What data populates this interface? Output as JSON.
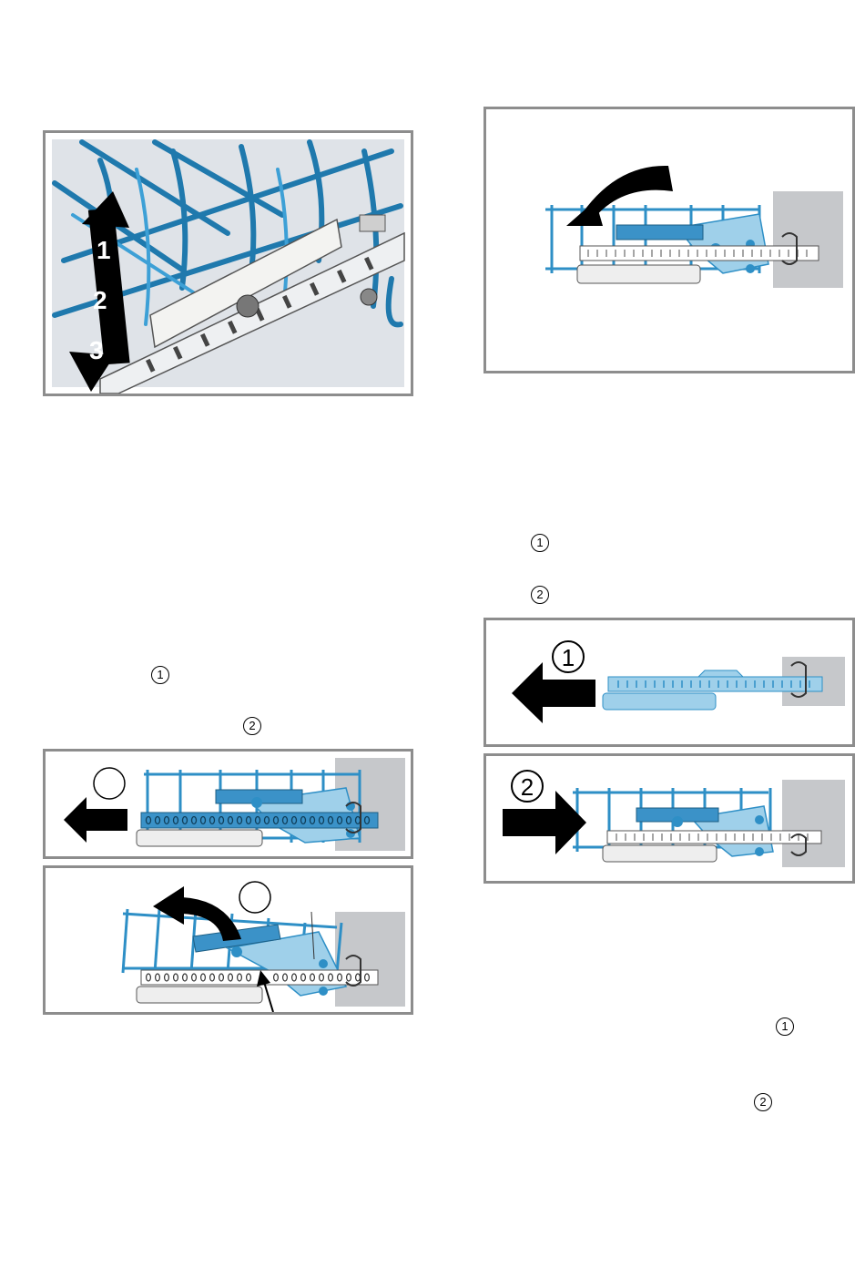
{
  "figure1": {
    "positions": [
      "1",
      "2",
      "3"
    ]
  },
  "figure3": {
    "step_1": "1",
    "step_2": "2"
  },
  "text_markers": {
    "m1": "1",
    "m2": "2",
    "m3": "1",
    "m4": "2",
    "m5": "1",
    "m6": "2"
  },
  "colors": {
    "frame": "#8d8d8d",
    "wire_blue": "#2e8fc6",
    "light_blue": "#9fd0ea",
    "panel_gray": "#c6c8cb",
    "photo_bg": "#dfe3e8"
  },
  "icons": [
    "double-arrow-icon",
    "curved-arrow-icon",
    "left-arrow-icon",
    "right-arrow-icon",
    "pointer-arrow-icon"
  ]
}
